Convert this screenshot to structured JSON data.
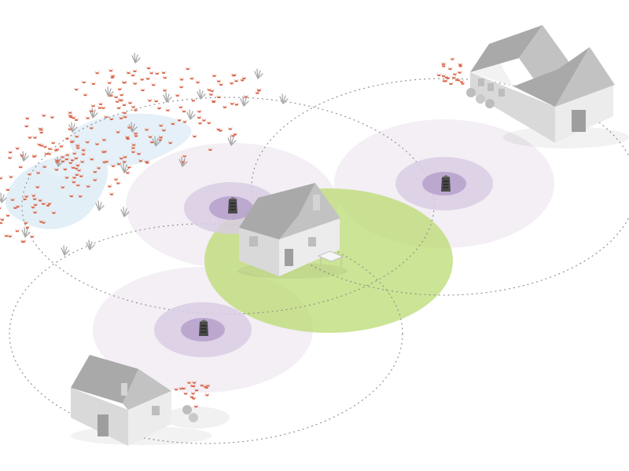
{
  "colors": {
    "background": "#ffffff",
    "coverage_outer": "#efeaf2",
    "coverage_mid": "#d9cde3",
    "coverage_inner": "#b8a3cc",
    "central_zone": "#b9d96c",
    "range_ring": "#8a8a8a",
    "wet_area": "#dcebf5",
    "insect": "#d9664a",
    "grass": "#a8a8a8",
    "device": "#4a4a4a"
  },
  "icons": {
    "trap_device": "trap-device-icon",
    "insect": "insect-icon",
    "house": "house-icon",
    "barn": "barn-icon",
    "grass": "grass-tuft-icon"
  },
  "devices": [
    {
      "id": "trap-left"
    },
    {
      "id": "trap-right"
    },
    {
      "id": "trap-bottom"
    }
  ],
  "buildings": [
    {
      "id": "central-house"
    },
    {
      "id": "barn"
    },
    {
      "id": "cottage"
    }
  ]
}
